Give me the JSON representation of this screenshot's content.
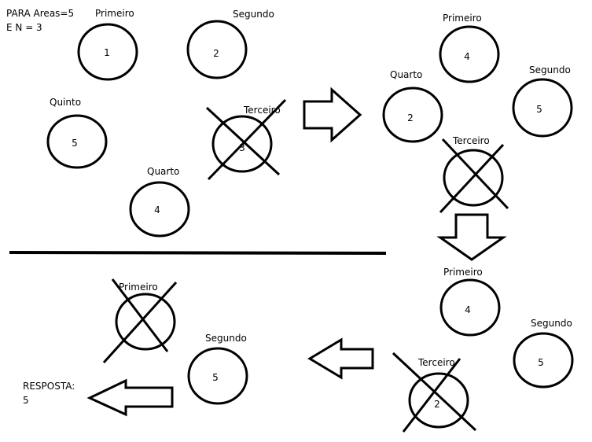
{
  "header": {
    "line1": "PARA Areas=5",
    "line2": "E N = 3"
  },
  "stage1": {
    "circles": [
      {
        "label": "Primeiro",
        "value": "1",
        "eliminated": false
      },
      {
        "label": "Segundo",
        "value": "2",
        "eliminated": false
      },
      {
        "label": "Terceiro",
        "value": "3",
        "eliminated": true
      },
      {
        "label": "Quarto",
        "value": "4",
        "eliminated": false
      },
      {
        "label": "Quinto",
        "value": "5",
        "eliminated": false
      }
    ]
  },
  "stage2": {
    "circles": [
      {
        "label": "Primeiro",
        "value": "4",
        "eliminated": false
      },
      {
        "label": "Segundo",
        "value": "5",
        "eliminated": false
      },
      {
        "label": "Terceiro",
        "value": "",
        "eliminated": true
      },
      {
        "label": "Quarto",
        "value": "2",
        "eliminated": false
      }
    ]
  },
  "stage3": {
    "circles": [
      {
        "label": "Primeiro",
        "value": "4",
        "eliminated": false
      },
      {
        "label": "Segundo",
        "value": "5",
        "eliminated": false
      },
      {
        "label": "Terceiro",
        "value": "2",
        "eliminated": true
      }
    ]
  },
  "stage4": {
    "circles": [
      {
        "label": "Primeiro",
        "value": "",
        "eliminated": true
      },
      {
        "label": "Segundo",
        "value": "5",
        "eliminated": false
      }
    ]
  },
  "answer": {
    "label": "RESPOSTA:",
    "value": "5"
  }
}
